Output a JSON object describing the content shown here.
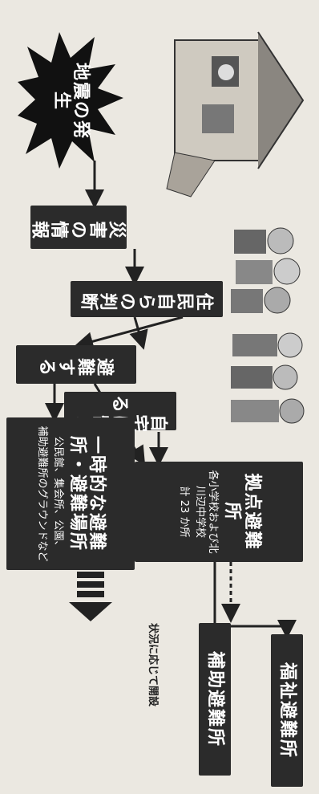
{
  "start": {
    "label": "地震の発生"
  },
  "info": {
    "label": "災害の情報"
  },
  "judge": {
    "label": "住民自らの判断"
  },
  "evacuate": {
    "label": "避難する"
  },
  "stay": {
    "label": "自宅に留まる"
  },
  "temp": {
    "title": "一時的な避難所・避難場所",
    "line1": "公民館、集会所、公園、",
    "line2": "補助避難所のグラウンドなど"
  },
  "base": {
    "title": "拠点避難所",
    "sub": "各小学校および北川辺中学校",
    "count": "計 23 か所"
  },
  "aux": {
    "label": "補助避難所",
    "note": "状況に応じて開設"
  },
  "welfare": {
    "label": "福祉避難所"
  },
  "colors": {
    "box": "#2b2b2b",
    "text": "#ffffff",
    "paper": "#ebe8e1"
  }
}
